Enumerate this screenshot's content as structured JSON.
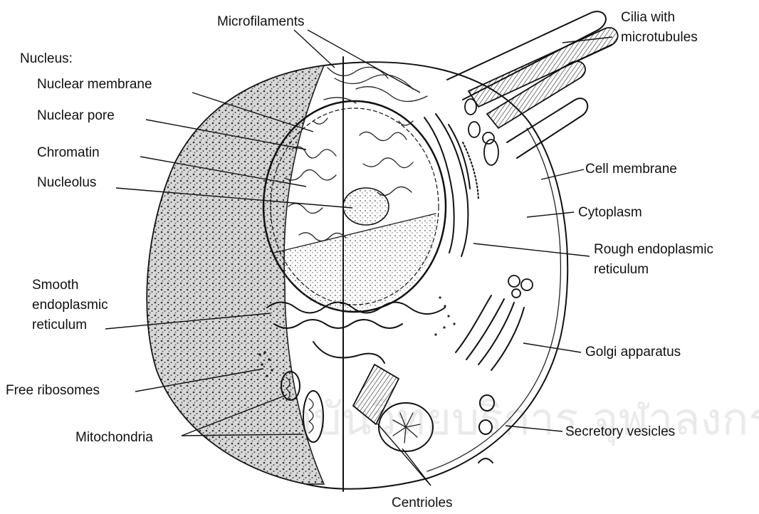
{
  "labels": {
    "microfilaments": "Microfilaments",
    "cilia_line1": "Cilia with",
    "cilia_line2": "microtubules",
    "nucleus": "Nucleus:",
    "nuclear_membrane": "Nuclear membrane",
    "nuclear_pore": "Nuclear pore",
    "chromatin": "Chromatin",
    "nucleolus": "Nucleolus",
    "cell_membrane": "Cell membrane",
    "cytoplasm": "Cytoplasm",
    "rough_er_line1": "Rough endoplasmic",
    "rough_er_line2": "reticulum",
    "smooth_er_line1": "Smooth",
    "smooth_er_line2": "endoplasmic",
    "smooth_er_line3": "reticulum",
    "golgi": "Golgi apparatus",
    "free_ribosomes": "Free ribosomes",
    "mitochondria": "Mitochondria",
    "secretory_vesicles": "Secretory vesicles",
    "centrioles": "Centrioles"
  },
  "watermark": "สถาบันวิทยบริการ จุฬาลงกรณ์มหาวิทยาลัย"
}
